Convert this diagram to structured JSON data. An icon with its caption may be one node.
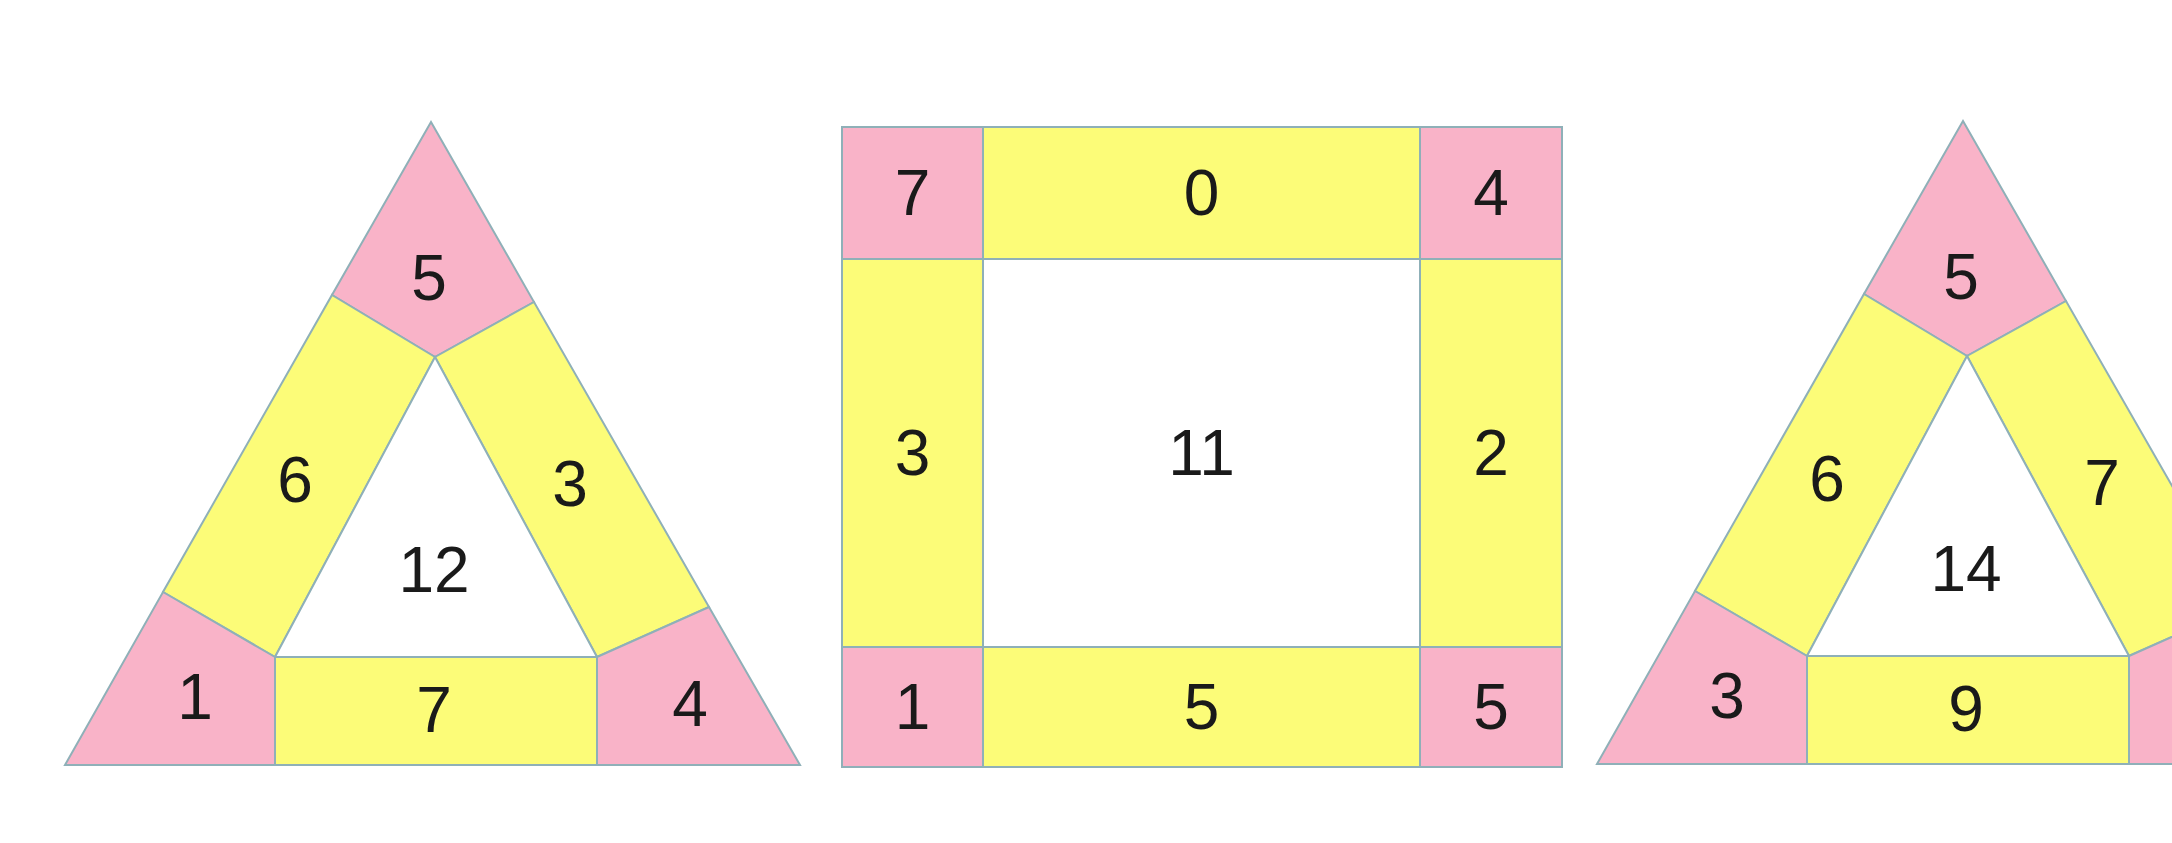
{
  "diagram": {
    "nodes": [
      {
        "text": [
          "5"
        ]
      },
      {
        "text": [
          "6"
        ]
      },
      {
        "text": [
          "3"
        ]
      },
      {
        "text": [
          "12"
        ]
      },
      {
        "text": [
          "1"
        ]
      },
      {
        "text": [
          "7"
        ]
      },
      {
        "text": [
          "4"
        ]
      },
      {
        "text": [
          "7"
        ]
      },
      {
        "text": [
          "0"
        ]
      },
      {
        "text": [
          "4"
        ]
      },
      {
        "text": [
          "3"
        ]
      },
      {
        "text": [
          "11"
        ]
      },
      {
        "text": [
          "2"
        ]
      },
      {
        "text": [
          "1"
        ]
      },
      {
        "text": [
          "5"
        ]
      },
      {
        "text": [
          "5"
        ]
      },
      {
        "text": [
          "5"
        ]
      },
      {
        "text": [
          "6"
        ]
      },
      {
        "text": [
          "7"
        ]
      },
      {
        "text": [
          "14"
        ]
      },
      {
        "text": [
          "3"
        ]
      },
      {
        "text": [
          "9"
        ]
      },
      {
        "text": [],
        "shape": "triangle"
      }
    ]
  }
}
